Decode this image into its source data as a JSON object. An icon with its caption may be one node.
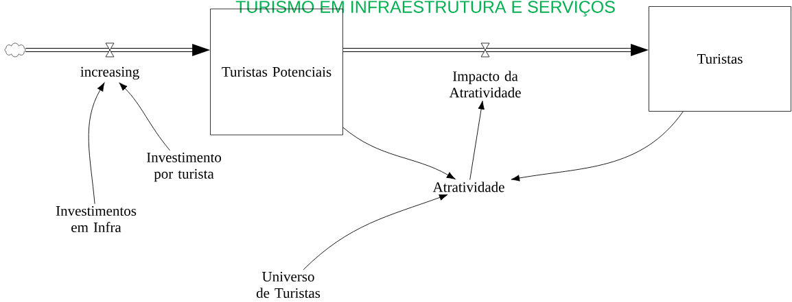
{
  "diagram": {
    "title": "TURISMO EM INFRAESTRUTURA E SERVIÇOS",
    "nodes": [
      {
        "text": [],
        "shape": "cloud"
      },
      {
        "text": [
          "Turistas Potenciais"
        ]
      },
      {
        "text": [
          "Turistas"
        ]
      },
      {
        "text": [
          "increasing"
        ]
      },
      {
        "text": [
          "Impacto da Atratividade"
        ]
      },
      {
        "text": [
          "Investimento por turista"
        ]
      },
      {
        "text": [
          "Investimentos em Infra"
        ]
      },
      {
        "text": [
          "Atratividade"
        ]
      },
      {
        "text": [
          "Universo de Turistas"
        ]
      }
    ],
    "edges": [
      {
        "from": 0,
        "to": 1,
        "arrow": "to",
        "style": "thick"
      },
      {
        "from": 1,
        "to": 2,
        "arrow": "to",
        "style": "thick"
      },
      {
        "from": 6,
        "to": 3,
        "arrow": "to"
      },
      {
        "from": 5,
        "to": 3,
        "arrow": "to"
      },
      {
        "from": 1,
        "to": 7,
        "arrow": "to"
      },
      {
        "from": 2,
        "to": 7,
        "arrow": "to"
      },
      {
        "from": 7,
        "to": 4,
        "arrow": "to"
      },
      {
        "from": 8,
        "to": 7,
        "arrow": "to"
      }
    ]
  }
}
